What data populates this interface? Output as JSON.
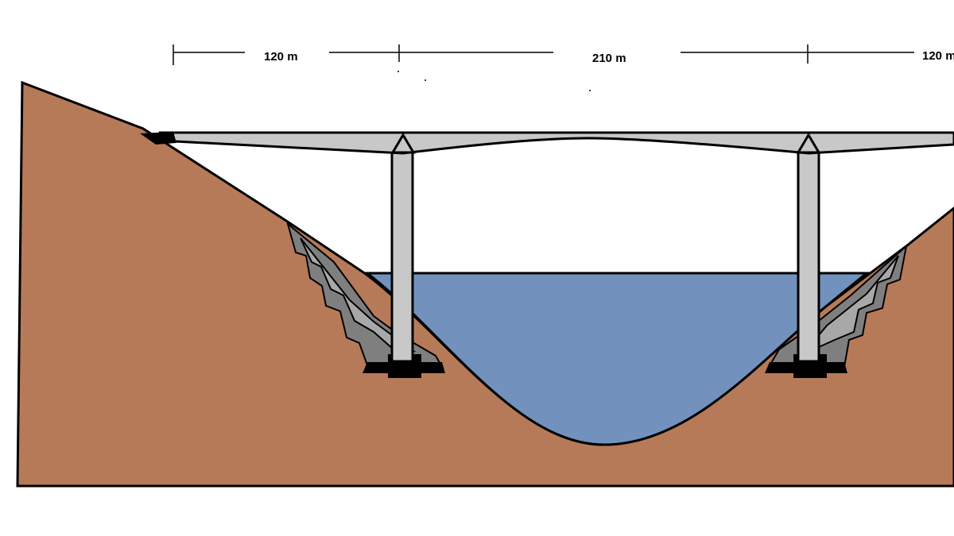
{
  "diagram": {
    "spans": [
      {
        "label": "120 m"
      },
      {
        "label": "210 m"
      },
      {
        "label": "120 m"
      }
    ]
  },
  "colors": {
    "terrain": "#b77a58",
    "water": "#7292bd",
    "bridge": "#c8c8c8",
    "foundation_rock": "#7f7f7f",
    "outline": "#000000"
  },
  "icons": {
    "left_abutment": "abutment-icon",
    "pier_footing": "footing-icon"
  }
}
